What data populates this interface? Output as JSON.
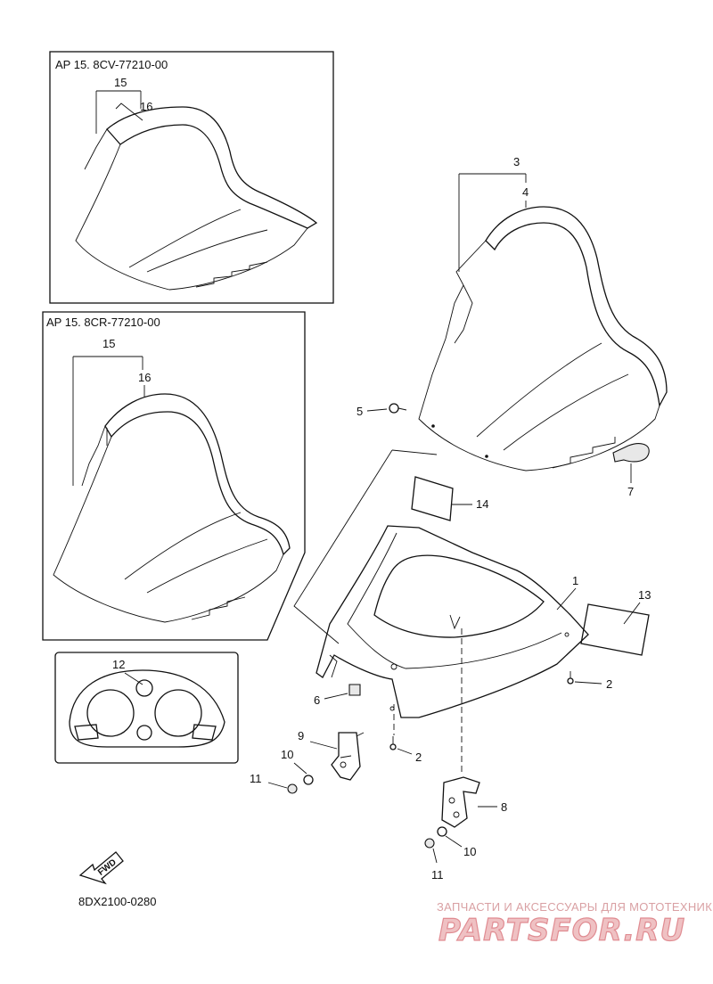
{
  "boxes": {
    "box1_title": "AP  15. 8CV-77210-00",
    "box2_title": "AP  15. 8CR-77210-00"
  },
  "callouts": {
    "c1": "1",
    "c2a": "2",
    "c2b": "2",
    "c3": "3",
    "c4": "4",
    "c5": "5",
    "c6": "6",
    "c7": "7",
    "c8": "8",
    "c9": "9",
    "c10a": "10",
    "c10b": "10",
    "c11a": "11",
    "c11b": "11",
    "c12": "12",
    "c13": "13",
    "c14": "14",
    "c15a": "15",
    "c16a": "16",
    "c15b": "15",
    "c16b": "16"
  },
  "fwd_label": "FWD",
  "diagram_code": "8DX2100-0280",
  "watermark": {
    "tagline": "ЗАПЧАСТИ И АКСЕССУАРЫ ДЛЯ МОТОТЕХНИКИ",
    "logo": "PARTSFOR.RU"
  }
}
